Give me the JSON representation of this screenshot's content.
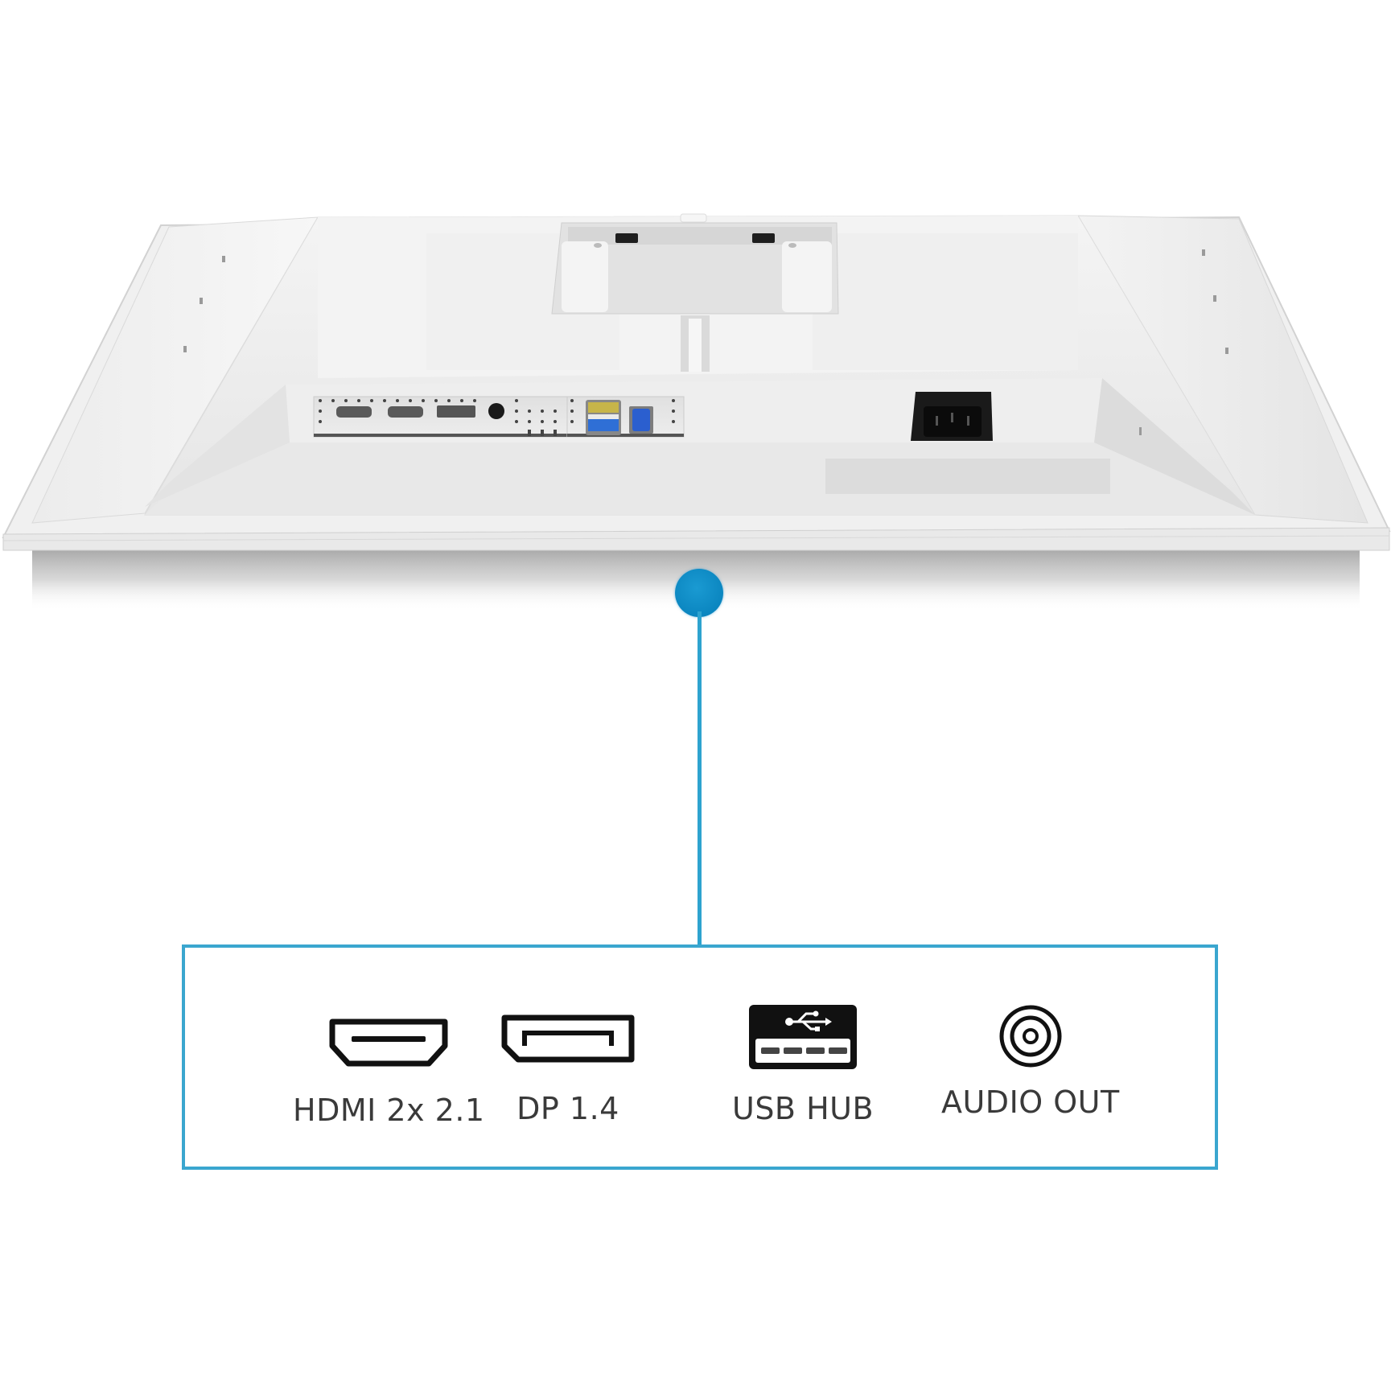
{
  "scene": {
    "subject": "Monitor rear panel (white)",
    "rear_ports_visible": [
      "HDMI",
      "HDMI",
      "DisplayPort",
      "Audio jack",
      "USB-A (x2)",
      "USB-B upstream",
      "AC power inlet"
    ]
  },
  "callout": {
    "accent_color": "#2ea3cf",
    "dot_color": "#0b86c0",
    "items": [
      {
        "icon": "hdmi-port-icon",
        "label": "HDMI 2x 2.1"
      },
      {
        "icon": "displayport-icon",
        "label": "DP 1.4"
      },
      {
        "icon": "usb-hub-icon",
        "label": "USB HUB"
      },
      {
        "icon": "audio-out-icon",
        "label": "AUDIO OUT"
      }
    ]
  }
}
